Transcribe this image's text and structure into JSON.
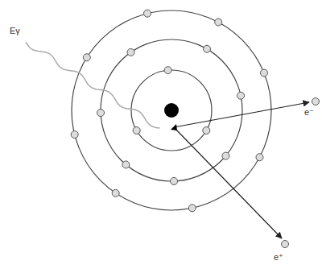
{
  "diagram": {
    "labels": [
      "Eγ",
      "e⁻",
      "e⁺"
    ]
  }
}
